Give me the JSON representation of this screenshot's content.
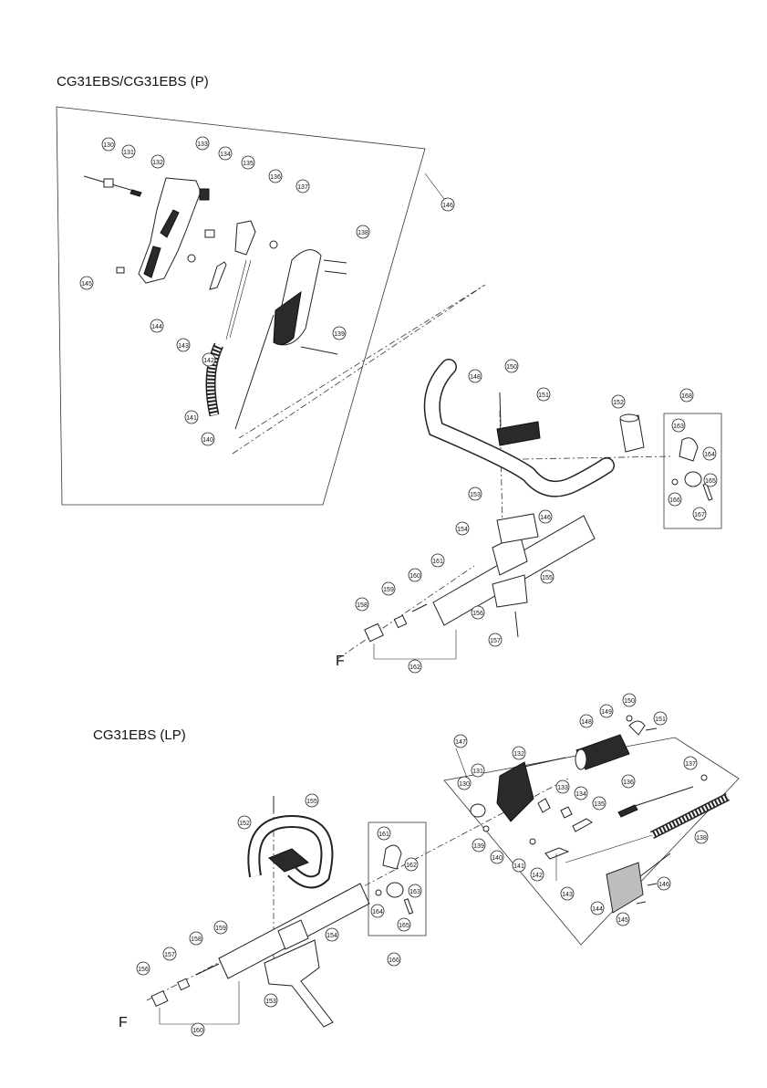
{
  "section_top": {
    "model": "CG31EBS/CG31EBS (P)",
    "callouts": [
      "130",
      "131",
      "132",
      "133",
      "134",
      "135",
      "136",
      "137",
      "138",
      "139",
      "140",
      "141",
      "142",
      "143",
      "144",
      "145",
      "146",
      "148",
      "150",
      "151",
      "152",
      "153",
      "154",
      "146",
      "155",
      "156",
      "157",
      "158",
      "159",
      "160",
      "161",
      "162",
      "168",
      "163",
      "164",
      "165",
      "166",
      "167"
    ],
    "f_label": "F"
  },
  "section_bottom": {
    "model": "CG31EBS (LP)",
    "callouts": [
      "147",
      "148",
      "149",
      "150",
      "151",
      "131",
      "132",
      "130",
      "133",
      "134",
      "135",
      "136",
      "137",
      "138",
      "139",
      "140",
      "141",
      "142",
      "143",
      "144",
      "145",
      "146",
      "155",
      "152",
      "161",
      "162",
      "163",
      "164",
      "165",
      "166",
      "159",
      "158",
      "157",
      "156",
      "154",
      "153",
      "160"
    ],
    "f_label": "F"
  }
}
